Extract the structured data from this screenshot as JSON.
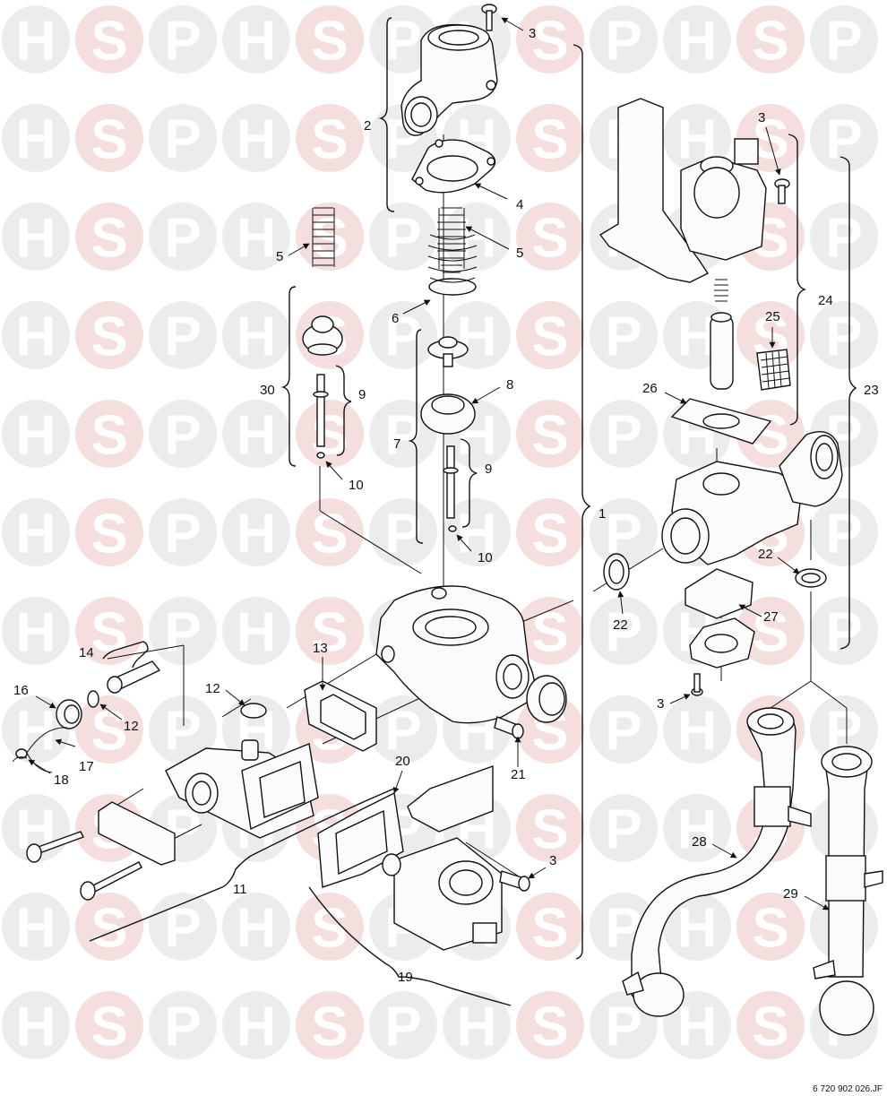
{
  "watermark": {
    "letters": [
      "H",
      "S",
      "P"
    ],
    "color_circle": "#ececec",
    "color_circle_s": "#f5dede",
    "color_letter_light": "#ffffff"
  },
  "callouts": {
    "n1": "1",
    "n2": "2",
    "n3a": "3",
    "n3b": "3",
    "n3c": "3",
    "n3d": "3",
    "n4": "4",
    "n5a": "5",
    "n5b": "5",
    "n6": "6",
    "n7": "7",
    "n8": "8",
    "n9a": "9",
    "n9b": "9",
    "n10a": "10",
    "n10b": "10",
    "n11": "11",
    "n12a": "12",
    "n12b": "12",
    "n13": "13",
    "n14": "14",
    "n16": "16",
    "n17": "17",
    "n18": "18",
    "n19": "19",
    "n20": "20",
    "n21": "21",
    "n22a": "22",
    "n22b": "22",
    "n23": "23",
    "n24": "24",
    "n25": "25",
    "n26": "26",
    "n27": "27",
    "n28": "28",
    "n29": "29",
    "n30": "30"
  },
  "reference": "6 720 902 026.JF"
}
